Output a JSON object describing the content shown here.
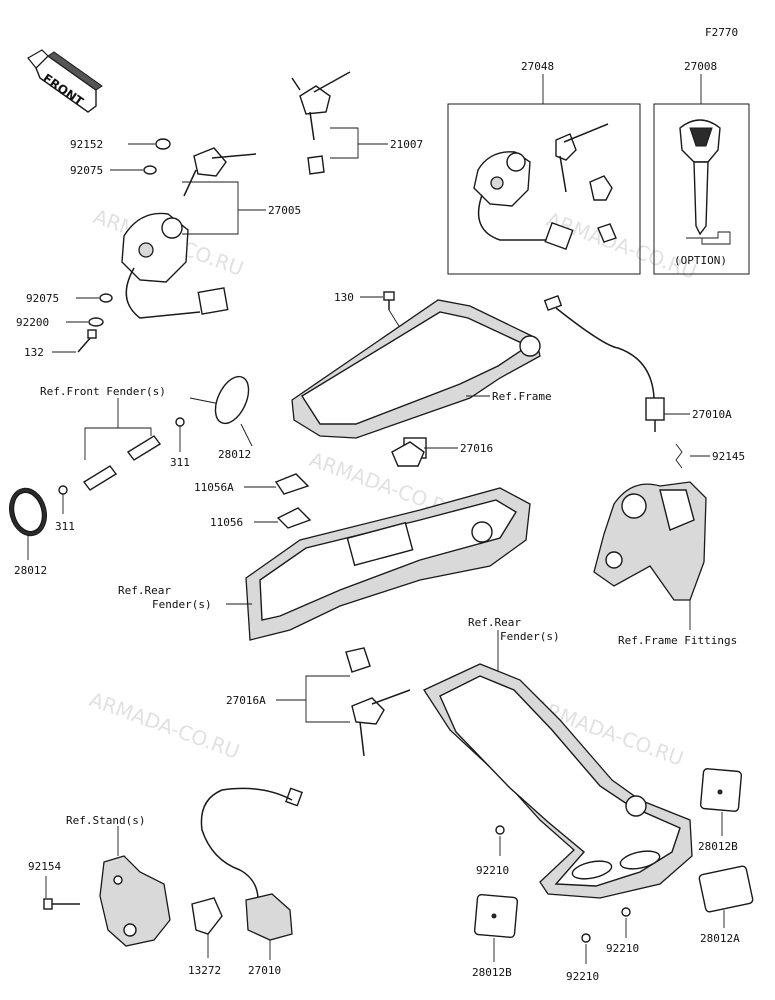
{
  "figure_code": "F2770",
  "front_label": "FRONT",
  "watermark": "ARMADA-CO.RU",
  "parts": {
    "p27048": "27048",
    "p27008": "27008",
    "option": "(OPTION)",
    "p21007": "21007",
    "p92152": "92152",
    "p92075_top": "92075",
    "p27005": "27005",
    "p92075_bot": "92075",
    "p92200": "92200",
    "p132_left": "132",
    "p130": "130",
    "ref_front_fender": "Ref.Front Fender(s)",
    "ref_frame": "Ref.Frame",
    "p27010A": "27010A",
    "p27016": "27016",
    "p311_right": "311",
    "p28012_right": "28012",
    "p92145": "92145",
    "p11056A": "11056A",
    "p11056": "11056",
    "p311_left": "311",
    "p28012_left": "28012",
    "ref_rear_fender_1a": "Ref.Rear",
    "ref_rear_fender_1b": "Fender(s)",
    "ref_frame_fittings": "Ref.Frame Fittings",
    "ref_rear_fender_2a": "Ref.Rear",
    "ref_rear_fender_2b": "Fender(s)",
    "p27016A": "27016A",
    "ref_stand": "Ref.Stand(s)",
    "p28012B_right": "28012B",
    "p92154": "92154",
    "p92210_a": "92210",
    "p92210_b": "92210",
    "p92210_c": "92210",
    "p28012A": "28012A",
    "p13272": "13272",
    "p27010": "27010",
    "p28012B_left": "28012B"
  }
}
